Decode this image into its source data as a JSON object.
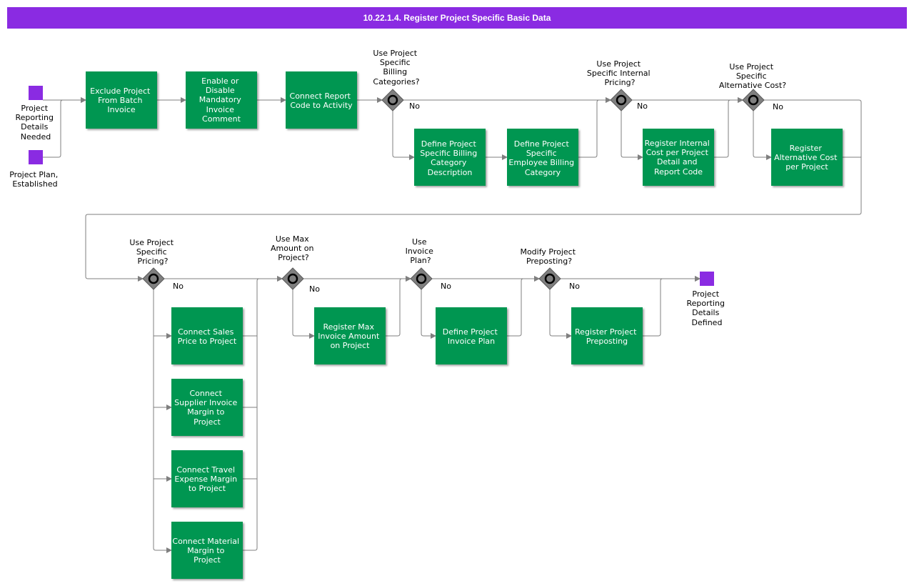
{
  "title": "10.22.1.4. Register Project Specific Basic Data",
  "colors": {
    "title_bar": "#8a2be2",
    "task": "#009651",
    "event": "#8a2be2",
    "gateway": "#7f7f7f",
    "flow": "#7f7f7f"
  },
  "start_events": [
    {
      "id": "start1",
      "label": [
        "Project",
        "Reporting",
        "Details",
        "Needed"
      ]
    },
    {
      "id": "start2",
      "label": [
        "Project Plan,",
        "Established"
      ]
    }
  ],
  "end_events": [
    {
      "id": "end1",
      "label": [
        "Project",
        "Reporting",
        "Details",
        "Defined"
      ]
    }
  ],
  "tasks": [
    {
      "id": "t1",
      "lines": [
        "Exclude Project",
        "From Batch",
        "Invoice"
      ]
    },
    {
      "id": "t2",
      "lines": [
        "Enable or",
        "Disable",
        "Mandatory",
        "Invoice",
        "Comment"
      ]
    },
    {
      "id": "t3",
      "lines": [
        "Connect Report",
        "Code to Activity"
      ]
    },
    {
      "id": "t4",
      "lines": [
        "Define Project",
        "Specific Billing",
        "Category",
        "Description"
      ]
    },
    {
      "id": "t5",
      "lines": [
        "Define Project",
        "Specific",
        "Employee Billing",
        "Category"
      ]
    },
    {
      "id": "t6",
      "lines": [
        "Register Internal",
        "Cost per Project",
        "Detail and",
        "Report Code"
      ]
    },
    {
      "id": "t7",
      "lines": [
        "Register",
        "Alternative Cost",
        "per Project"
      ]
    },
    {
      "id": "t8",
      "lines": [
        "Connect Sales",
        "Price to Project"
      ]
    },
    {
      "id": "t9",
      "lines": [
        "Connect",
        "Supplier Invoice",
        "Margin to",
        "Project"
      ]
    },
    {
      "id": "t10",
      "lines": [
        "Connect Travel",
        "Expense Margin",
        "to Project"
      ]
    },
    {
      "id": "t11",
      "lines": [
        "Connect Material",
        "Margin to",
        "Project"
      ]
    },
    {
      "id": "t12",
      "lines": [
        "Register Max",
        "Invoice Amount",
        "on Project"
      ]
    },
    {
      "id": "t13",
      "lines": [
        "Define Project",
        "Invoice Plan"
      ]
    },
    {
      "id": "t14",
      "lines": [
        "Register Project",
        "Preposting"
      ]
    }
  ],
  "gateways": [
    {
      "id": "g1",
      "question": [
        "Use Project",
        "Specific",
        "Billing",
        "Categories?"
      ],
      "no_label": "No"
    },
    {
      "id": "g2",
      "question": [
        "Use Project",
        "Specific Internal",
        "Pricing?"
      ],
      "no_label": "No"
    },
    {
      "id": "g3",
      "question": [
        "Use Project",
        "Specific",
        "Alternative Cost?"
      ],
      "no_label": "No"
    },
    {
      "id": "g4",
      "question": [
        "Use Project",
        "Specific",
        "Pricing?"
      ],
      "no_label": "No"
    },
    {
      "id": "g5",
      "question": [
        "Use Max",
        "Amount on",
        "Project?"
      ],
      "no_label": "No"
    },
    {
      "id": "g6",
      "question": [
        "Use",
        "Invoice",
        "Plan?"
      ],
      "no_label": "No"
    },
    {
      "id": "g7",
      "question": [
        "Modify Project",
        "Preposting?"
      ],
      "no_label": "No"
    }
  ]
}
